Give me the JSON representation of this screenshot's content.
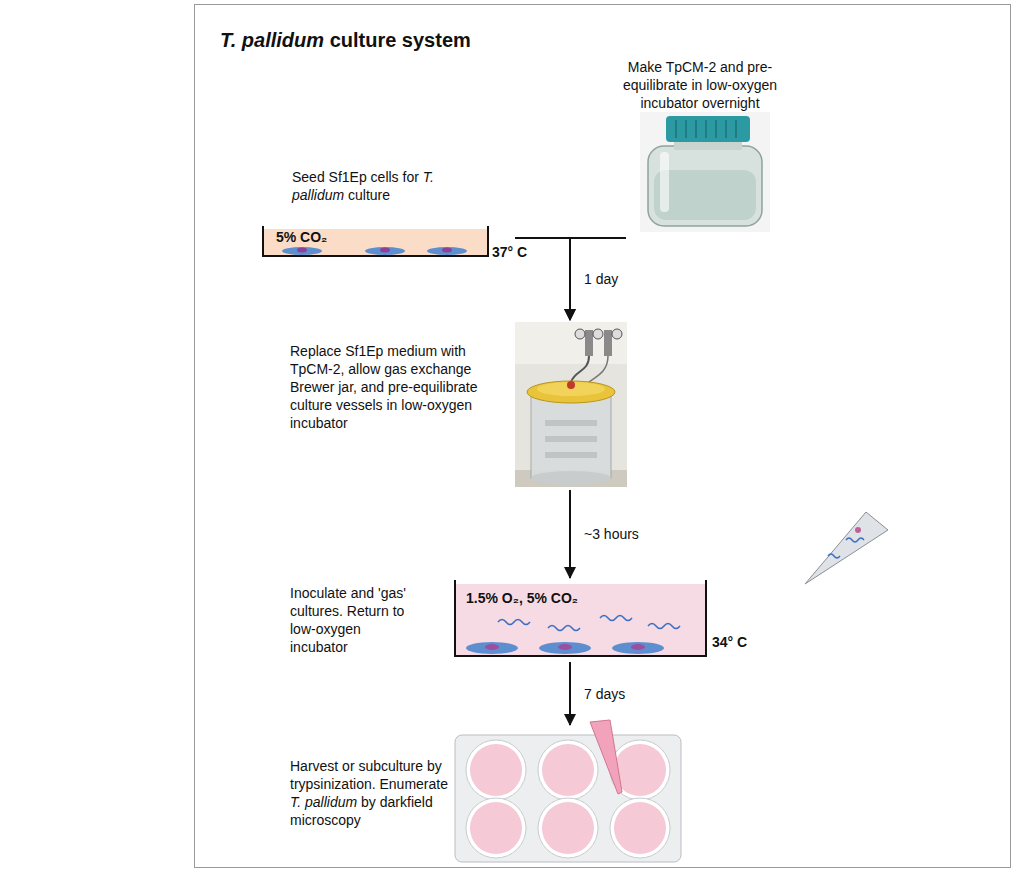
{
  "diagram": {
    "title": "T. pallidum culture system",
    "nodes": [
      {
        "text": [
          "Seed Sf1Ep cells for T. pallidum culture"
        ]
      },
      {
        "text": [
          "Make TpCM-2 and pre-equilibrate in low-oxygen incubator overnight"
        ]
      },
      {
        "text": [
          "Replace Sf1Ep medium with TpCM-2, allow gas exchange Brewer jar, and pre-equilibrate culture vessels in low-oxygen incubator"
        ]
      },
      {
        "text": [
          "Inoculate and 'gas' cultures. Return to low-oxygen incubator"
        ]
      },
      {
        "text": [
          "Harvest or subculture by trypsinization. Enumerate T. pallidum by darkfield microscopy"
        ]
      }
    ],
    "edges": [
      {
        "from": 0,
        "to": 2,
        "arrow": "to",
        "label": "1 day"
      },
      {
        "from": 1,
        "to": 2,
        "arrow": "to"
      },
      {
        "from": 2,
        "to": 3,
        "arrow": "to",
        "label": "~3 hours"
      },
      {
        "from": 3,
        "to": 4,
        "arrow": "to",
        "label": "7 days"
      }
    ],
    "labels": [
      "5% CO₂",
      "37° C",
      "1.5% O₂, 5% CO₂",
      "34° C"
    ]
  }
}
